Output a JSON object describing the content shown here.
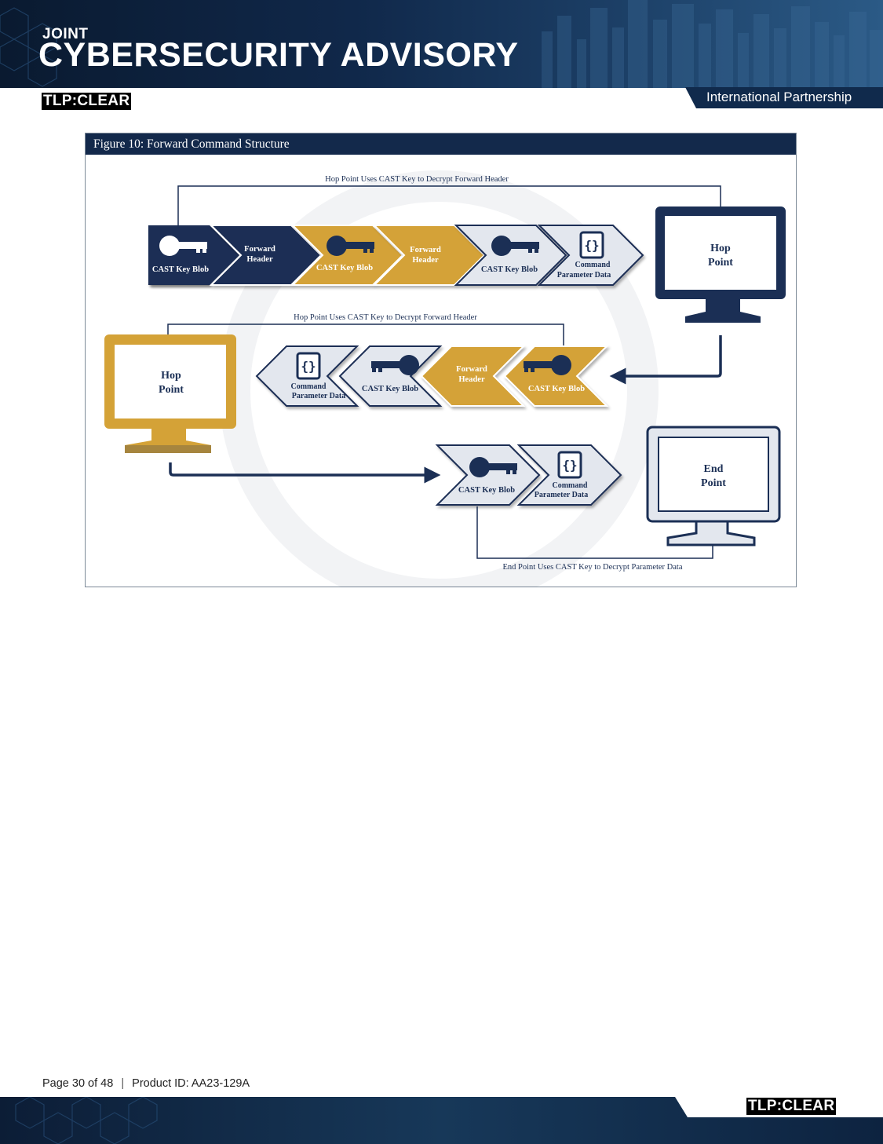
{
  "header": {
    "sup_title": "JOINT",
    "main_title": "CYBERSECURITY ADVISORY",
    "tlp_label": "TLP:CLEAR",
    "partnership_label": "International Partnership"
  },
  "figure": {
    "caption": "Figure 10: Forward Command Structure",
    "row1_annotation": "Hop Point Uses CAST Key to Decrypt Forward Header",
    "row2_annotation": "Hop Point Uses CAST Key to Decrypt Forward Header",
    "row3_annotation": "End Point Uses CAST Key to Decrypt Parameter Data",
    "row1_blocks": {
      "b1": "CAST Key Blob",
      "b2": [
        "Forward",
        "Header"
      ],
      "b3": "CAST Key Blob",
      "b4": [
        "Forward",
        "Header"
      ],
      "b5": "CAST Key Blob",
      "b6": [
        "Command",
        "Parameter Data"
      ]
    },
    "row2_blocks": {
      "b1": [
        "Command",
        "Parameter Data"
      ],
      "b2": "CAST Key Blob",
      "b3": [
        "Forward",
        "Header"
      ],
      "b4": "CAST Key Blob"
    },
    "row3_blocks": {
      "b1": "CAST Key Blob",
      "b2": [
        "Command",
        "Parameter Data"
      ]
    },
    "monitor_top": [
      "Hop",
      "Point"
    ],
    "monitor_left": [
      "Hop",
      "Point"
    ],
    "monitor_end": [
      "End",
      "Point"
    ],
    "colors": {
      "navy": "#1b2f55",
      "gold": "#d4a237",
      "light": "#e3e7ee"
    }
  },
  "footer": {
    "page_label": "Page 30 of 48",
    "separator": "|",
    "product_label": "Product ID: AA23-129A",
    "tlp_label": "TLP:CLEAR"
  }
}
